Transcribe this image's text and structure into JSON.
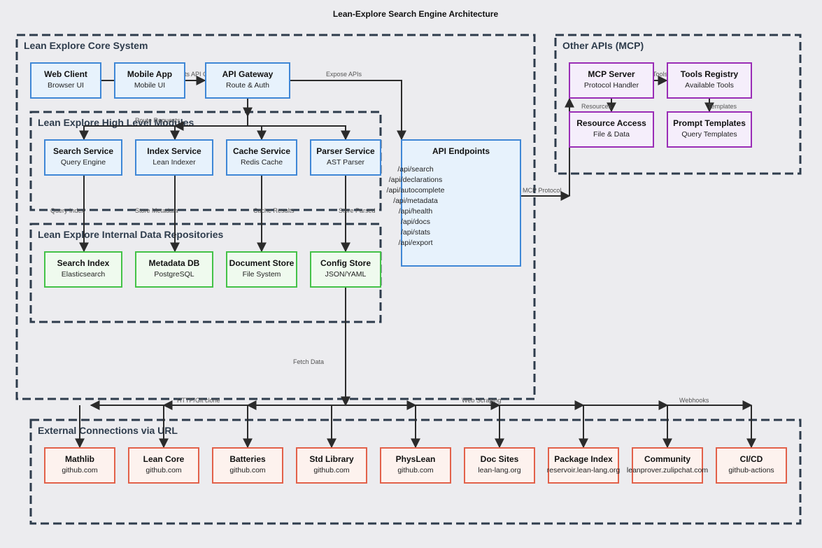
{
  "title": "Lean-Explore Search Engine Architecture",
  "clusters": {
    "core": "Lean Explore Core System",
    "high_level": "Lean Explore High Level Modules",
    "repos": "Lean Explore Internal Data Repositories",
    "mcp": "Other APIs (MCP)",
    "external": "External Connections via URL"
  },
  "nodes": {
    "web_client": {
      "title": "Web Client",
      "sub": "Browser UI"
    },
    "mobile_app": {
      "title": "Mobile App",
      "sub": "Mobile UI"
    },
    "api_gateway": {
      "title": "API Gateway",
      "sub": "Route & Auth"
    },
    "search_service": {
      "title": "Search Service",
      "sub": "Query Engine"
    },
    "index_service": {
      "title": "Index Service",
      "sub": "Lean Indexer"
    },
    "cache_service": {
      "title": "Cache Service",
      "sub": "Redis Cache"
    },
    "parser_service": {
      "title": "Parser Service",
      "sub": "AST Parser"
    },
    "search_index": {
      "title": "Search Index",
      "sub": "Elasticsearch"
    },
    "metadata_db": {
      "title": "Metadata DB",
      "sub": "PostgreSQL"
    },
    "document_store": {
      "title": "Document Store",
      "sub": "File System"
    },
    "config_store": {
      "title": "Config Store",
      "sub": "JSON/YAML"
    },
    "api_endpoints": {
      "title": "API Endpoints",
      "lines": [
        "/api/search",
        "/api/declarations",
        "/api/autocomplete",
        "/api/metadata",
        "/api/health",
        "/api/docs",
        "/api/stats",
        "/api/export"
      ]
    },
    "mcp_server": {
      "title": "MCP Server",
      "sub": "Protocol Handler"
    },
    "tools_registry": {
      "title": "Tools Registry",
      "sub": "Available Tools"
    },
    "resource_access": {
      "title": "Resource Access",
      "sub": "File & Data"
    },
    "prompt_templates": {
      "title": "Prompt Templates",
      "sub": "Query Templates"
    },
    "mathlib": {
      "title": "Mathlib",
      "sub": "github.com"
    },
    "lean_core": {
      "title": "Lean Core",
      "sub": "github.com"
    },
    "batteries": {
      "title": "Batteries",
      "sub": "github.com"
    },
    "std_library": {
      "title": "Std Library",
      "sub": "github.com"
    },
    "physlean": {
      "title": "PhysLean",
      "sub": "github.com"
    },
    "doc_sites": {
      "title": "Doc Sites",
      "sub": "lean-lang.org"
    },
    "package_index": {
      "title": "Package Index",
      "sub": "reservoir.lean-lang.org"
    },
    "community": {
      "title": "Community",
      "sub": "leanprover.zulipchat.com"
    },
    "cicd": {
      "title": "CI/CD",
      "sub": "github-actions"
    }
  },
  "edge_labels": {
    "requests": "Requests API Calls",
    "expose": "Expose APIs",
    "route_requests": "Route Requests",
    "query_index": "Query Index",
    "store_metadata": "Store Metadata",
    "cache_results": "Cache Results",
    "store_parsed": "Store Parsed",
    "mcp_protocol": "MCP Protocol",
    "tools": "Tools",
    "resources": "Resources",
    "templates": "Templates",
    "fetch_data": "Fetch Data",
    "http_clone": "HTTP/Git clone",
    "web_scraping": "Web Scraping",
    "webhooks": "Webhooks"
  }
}
